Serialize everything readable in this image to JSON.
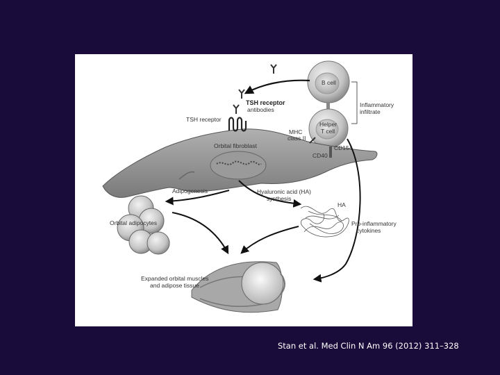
{
  "figure": {
    "labels": {
      "b_cell": "B cell",
      "inflammatory_infiltrate_1": "Inflammatory",
      "inflammatory_infiltrate_2": "infiltrate",
      "helper_t_1": "Helper",
      "helper_t_2": "T cell",
      "tsh_antibodies_1": "TSH receptor",
      "tsh_antibodies_2": "antibodies",
      "tsh_receptor": "TSH receptor",
      "mhc_1": "MHC",
      "mhc_2": "class II",
      "cd154": "CD154",
      "cd40": "CD40",
      "orbital_fibroblast": "Orbital fibroblast",
      "adipogenesis": "Adipogenesis",
      "ha_synthesis_1": "Hyaluronic acid (HA)",
      "ha_synthesis_2": "synthesis",
      "ha": "HA",
      "orbital_adipocytes": "Orbital adipocytes",
      "cytokines_1": "Pro-inflammatory",
      "cytokines_2": "cytokines",
      "expanded_1": "Expanded orbital muscles",
      "expanded_2": "and adipose tissue"
    }
  },
  "citation": "Stan et al. Med Clin N Am 96 (2012) 311–328"
}
